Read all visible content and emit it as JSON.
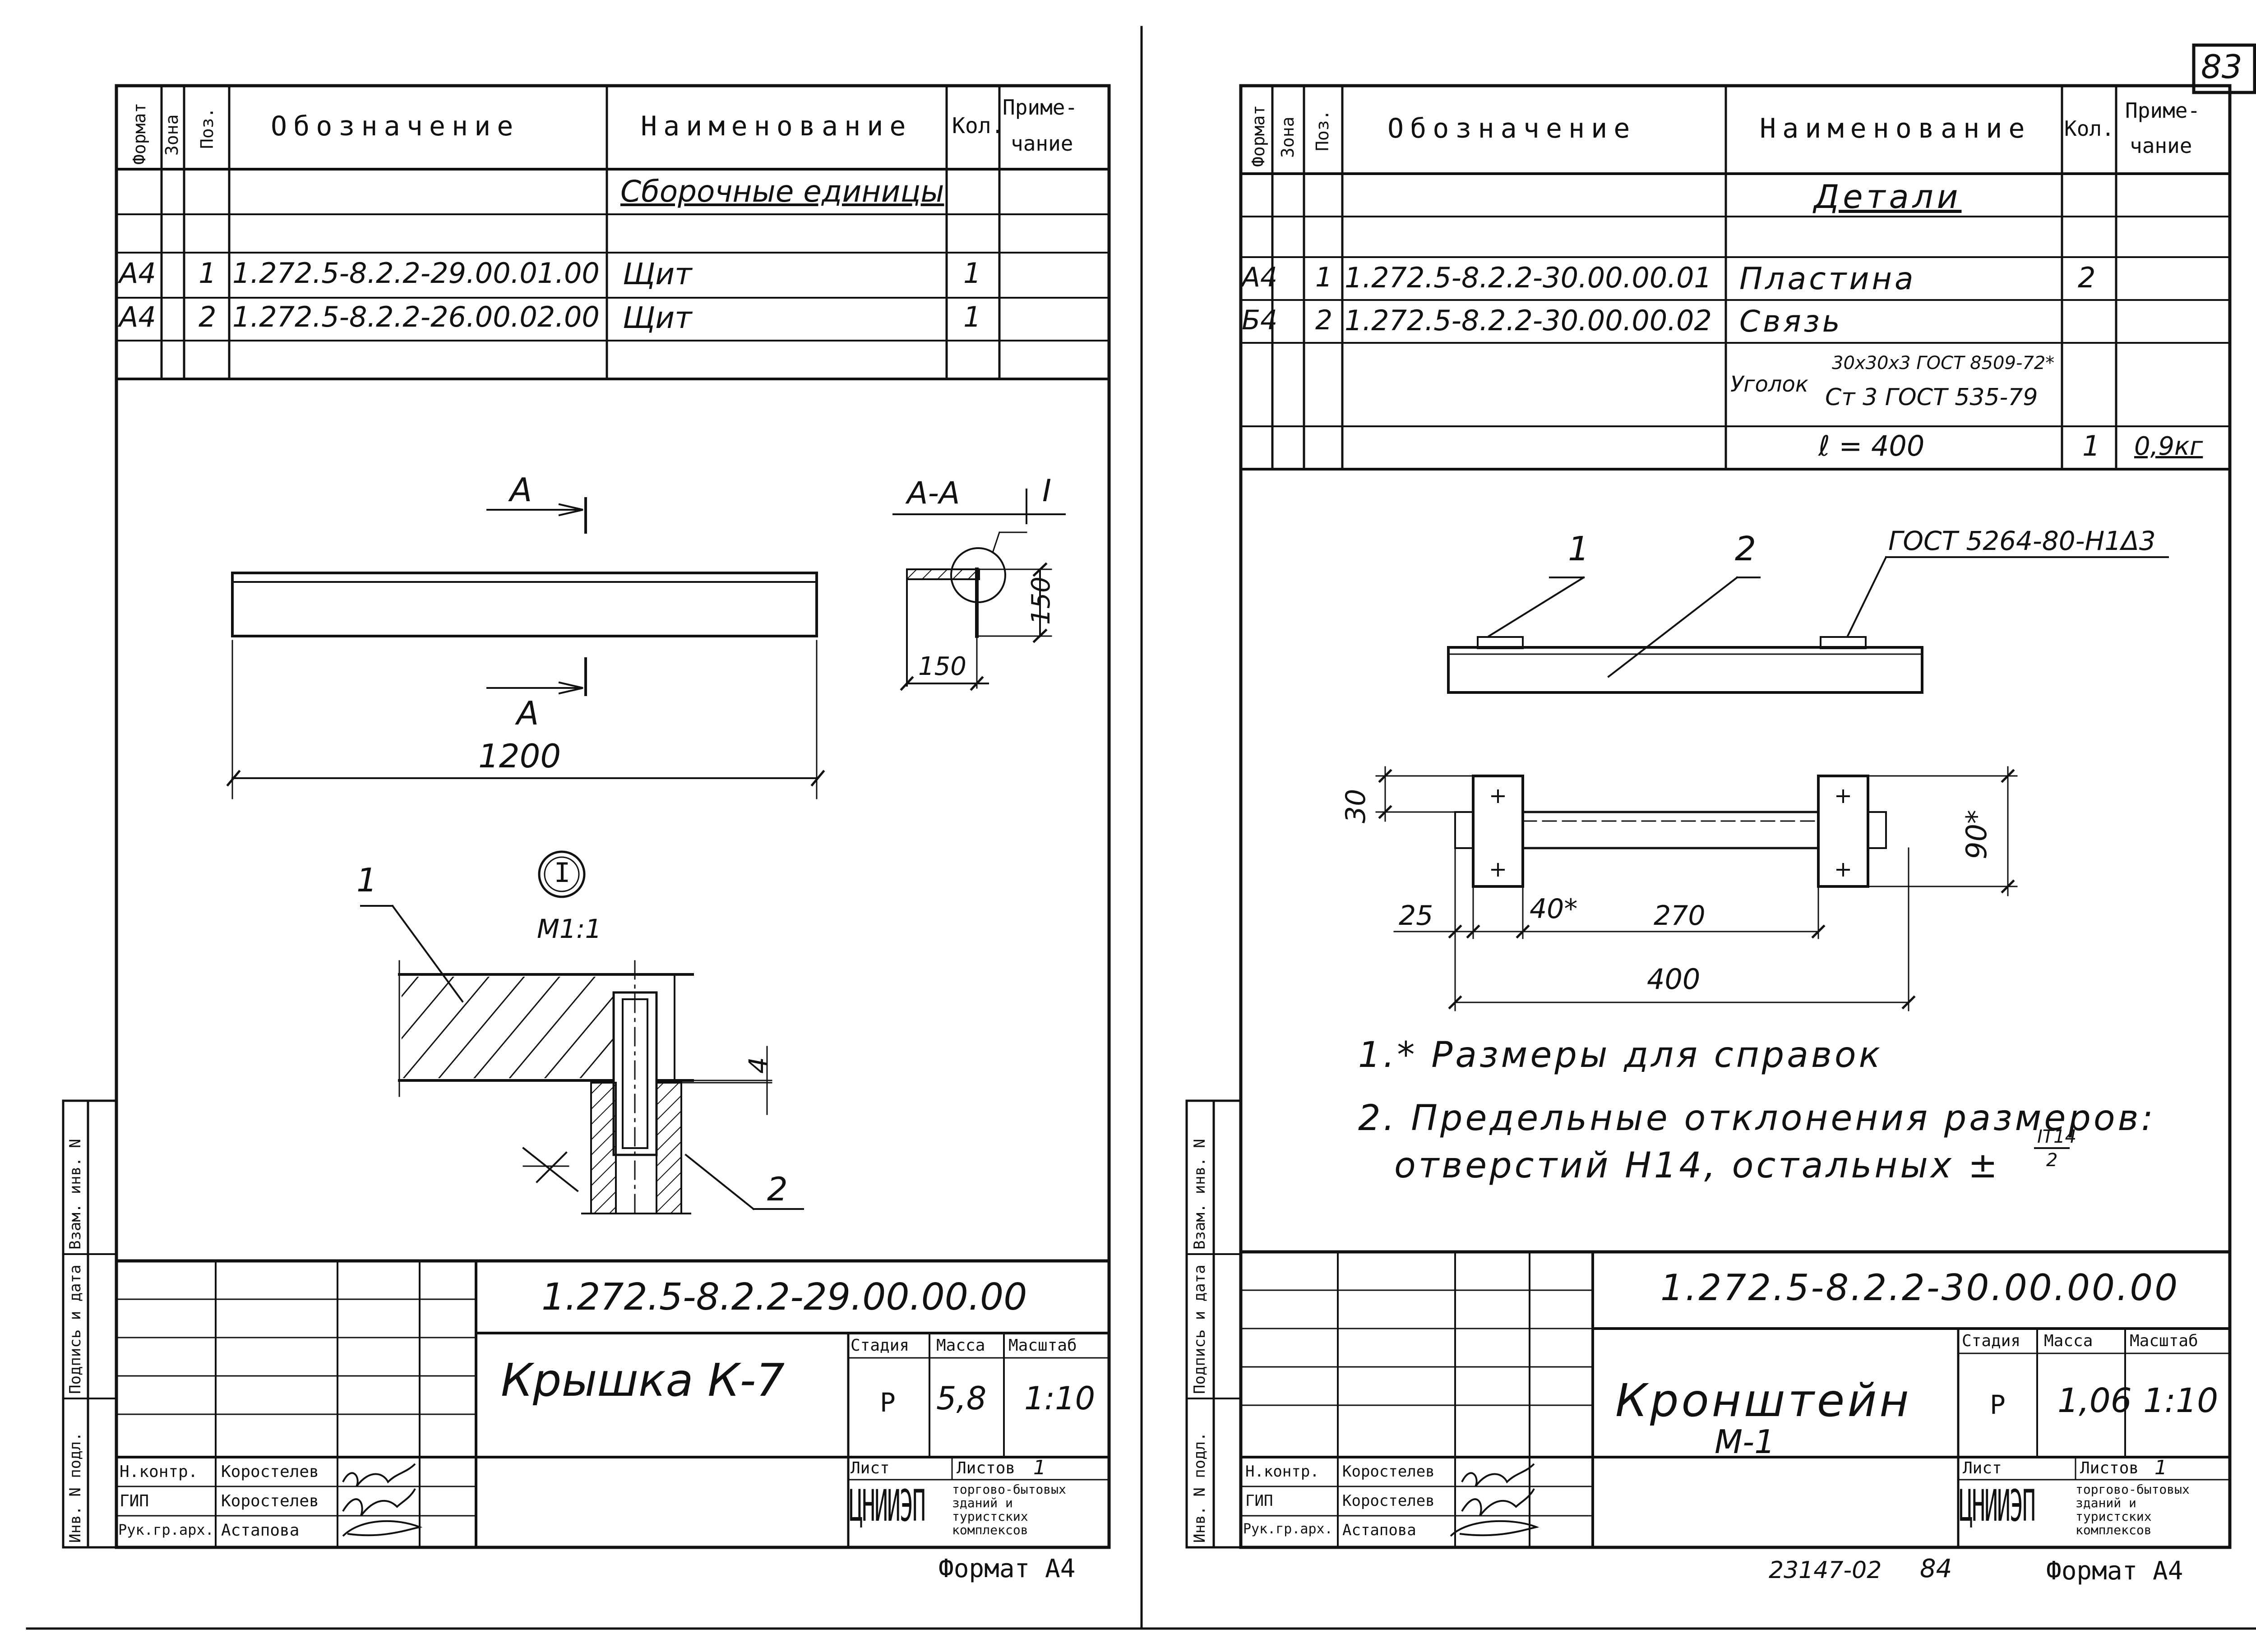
{
  "page_number": "83",
  "bottom_sheet": "84",
  "archive_no": "23147-02",
  "common": {
    "col_format": "Формат",
    "col_zone": "Зона",
    "col_pos": "Поз.",
    "col_designation": "Обозначение",
    "col_name": "Наименование",
    "col_qty": "Кол.",
    "col_note_1": "Приме-",
    "col_note_2": "чание",
    "stage_label": "Стадия",
    "mass_label": "Масса",
    "scale_label": "Масштаб",
    "sheet_label": "Лист",
    "sheets_label": "Листов",
    "org_logo": "ЦНИИЭП",
    "org_text_1": "торгово-бытовых",
    "org_text_2": "зданий и",
    "org_text_3": "туристских",
    "org_text_4": "комплексов",
    "format_label": "Формат А4",
    "side_inv_podl": "Инв. N подл.",
    "side_sign": "Подпись и дата",
    "side_vzam": "Взам. инв. N"
  },
  "left": {
    "section": "Сборочные единицы",
    "rows": [
      {
        "format": "А4",
        "pos": "1",
        "designation": "1.272.5-8.2.2-29.00.01.00",
        "name": "Щит",
        "qty": "1"
      },
      {
        "format": "А4",
        "pos": "2",
        "designation": "1.272.5-8.2.2-26.00.02.00",
        "name": "Щит",
        "qty": "1"
      }
    ],
    "drawing": {
      "section_mark": "А",
      "section_mark_bottom": "А",
      "section_title": "А-А",
      "detail_mark": "I",
      "dim_1200": "1200",
      "dim_150_h": "150",
      "dim_150_v": "150",
      "detail_scale": "М1:1",
      "leader_1": "1",
      "leader_2": "2",
      "dim_4": "4"
    },
    "title_block": {
      "code": "1.272.5-8.2.2-29.00.00.00",
      "title": "Крышка К-7",
      "stage": "Р",
      "mass": "5,8",
      "scale": "1:10",
      "sheets": "1",
      "staff": [
        {
          "role": "Н.контр.",
          "name": "Коростелев"
        },
        {
          "role": "ГИП",
          "name": "Коростелев"
        },
        {
          "role": "Рук.гр.арх.",
          "name": "Астапова"
        }
      ]
    }
  },
  "right": {
    "section": "Детали",
    "rows": [
      {
        "format": "А4",
        "pos": "1",
        "designation": "1.272.5-8.2.2-30.00.00.01",
        "name": "Пластина",
        "qty": "2",
        "note": ""
      },
      {
        "format": "Б4",
        "pos": "2",
        "designation": "1.272.5-8.2.2-30.00.00.02",
        "name": "Связь",
        "qty": "",
        "note": ""
      }
    ],
    "material_prefix": "Уголок",
    "material_top": "30х30х3 ГОСТ 8509-72*",
    "material_bottom": "Ст 3 ГОСТ 535-79",
    "length_text": "ℓ = 400",
    "length_qty": "1",
    "length_note": "0,9кг",
    "drawing": {
      "weld_note": "ГОСТ 5264-80-Н1Δ3",
      "leader_1": "1",
      "leader_2": "2",
      "dim_30": "30",
      "dim_90": "90*",
      "dim_25": "25",
      "dim_40": "40*",
      "dim_270": "270",
      "dim_400": "400"
    },
    "notes": [
      "1.* Размеры для справок",
      "2. Предельные отклонения размеров:",
      "отверстий Н14, остальных ±"
    ],
    "note_frac_top": "IT14",
    "note_frac_bottom": "2",
    "title_block": {
      "code": "1.272.5-8.2.2-30.00.00.00",
      "title_1": "Кронштейн",
      "title_2": "М-1",
      "stage": "Р",
      "mass": "1,06",
      "scale": "1:10",
      "sheets": "1",
      "staff": [
        {
          "role": "Н.контр.",
          "name": "Коростелев"
        },
        {
          "role": "ГИП",
          "name": "Коростелев"
        },
        {
          "role": "Рук.гр.арх.",
          "name": "Астапова"
        }
      ]
    }
  }
}
